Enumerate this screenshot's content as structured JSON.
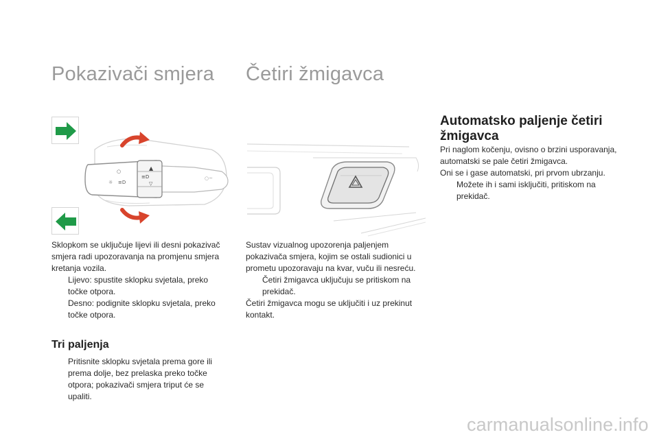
{
  "left": {
    "title": "Pokazivači smjera",
    "intro": "Sklopkom se uključuje lijevi ili desni pokazivač smjera radi upozoravanja na promjenu smjera kretanja vozila.",
    "bullet_mark": "",
    "bullets": [
      "Lijevo: spustite sklopku svjetala, preko točke otpora.",
      "Desno: podignite sklopku svjetala, preko točke otpora."
    ],
    "section_title": "Tri paljenja",
    "section_bullet": "Pritisnite sklopku svjetala prema gore ili prema dolje, bez prelaska preko točke otpora; pokazivači smjera triput će se upaliti."
  },
  "middle": {
    "title": "Četiri žmigavca",
    "intro": "Sustav vizualnog upozorenja paljenjem pokazivača smjera, kojim se ostali sudionici u prometu upozoravaju na kvar, vuču ili nesreću.",
    "bullet": "Četiri žmigavca uključuju se pritiskom na prekidač.",
    "outro": "Četiri žmigavca mogu se uključiti i uz prekinut kontakt."
  },
  "right": {
    "title": "Automatsko paljenje četiri žmigavca",
    "intro": "Pri naglom kočenju, ovisno o brzini usporavanja, automatski se pale četiri žmigavca.",
    "line2": "Oni se i gase automatski, pri prvom ubrzanju.",
    "bullet": "Možete ih i sami isključiti, pritiskom na prekidač."
  },
  "watermark": "carmanualsonline.info",
  "icons": {
    "right_arrow": "green-right-arrow-icon",
    "left_arrow": "green-left-arrow-icon",
    "hazard": "hazard-warning-icon"
  },
  "colors": {
    "arrow_green": "#1f9a48",
    "arrow_red": "#d8442c",
    "heading_gray": "#9a9a9a"
  }
}
